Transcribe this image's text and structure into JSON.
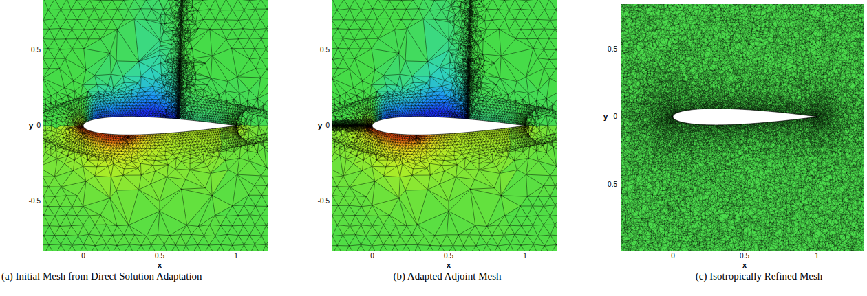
{
  "diagram": {
    "labels": [
      "0.5",
      "0",
      "-0.5",
      "y",
      "0",
      "0.5",
      "1",
      "x",
      "(a) Initial Mesh from Direct Solution Adaptation",
      "0.5",
      "0",
      "-0.5",
      "y",
      "0",
      "0.5",
      "1",
      "x",
      "(b) Adapted Adjoint Mesh",
      "0.5",
      "0",
      "-0.5",
      "y",
      "0",
      "0.5",
      "1",
      "x",
      "(c) Isotropically Refined Mesh"
    ]
  }
}
